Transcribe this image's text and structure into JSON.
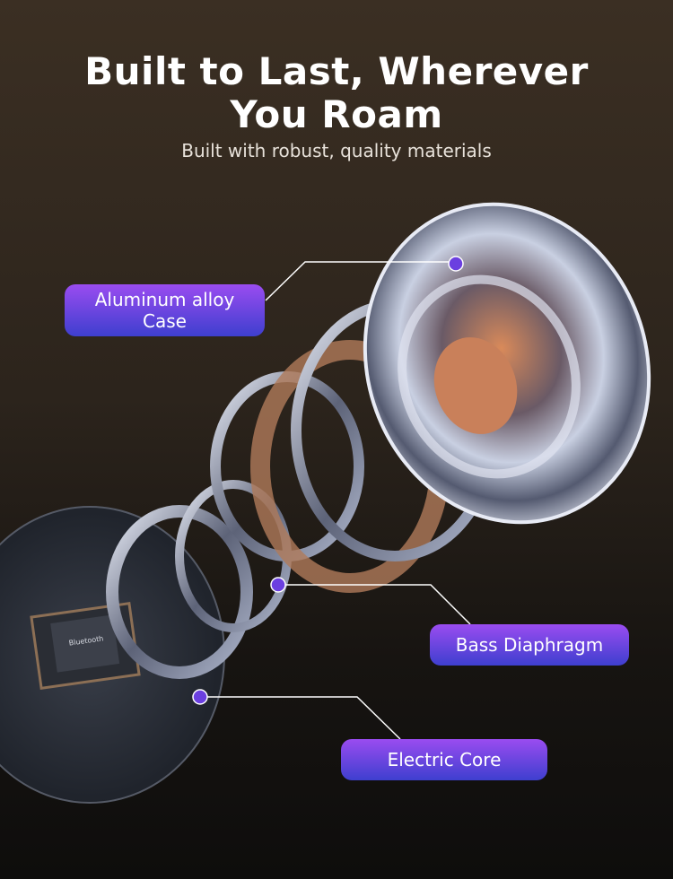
{
  "header": {
    "title_line1": "Built to Last, Wherever",
    "title_line2": "You Roam",
    "subtitle": "Built with robust, quality materials"
  },
  "callouts": [
    {
      "line1": "Aluminum alloy",
      "line2": "Case"
    },
    {
      "line1": "Bass Diaphragm"
    },
    {
      "line1": "Electric Core"
    }
  ],
  "chip_text": "Bluetooth",
  "colors": {
    "accent_top": "#9a4cf0",
    "accent_bottom": "#3e3fcf",
    "dot": "#6b3fe0"
  }
}
